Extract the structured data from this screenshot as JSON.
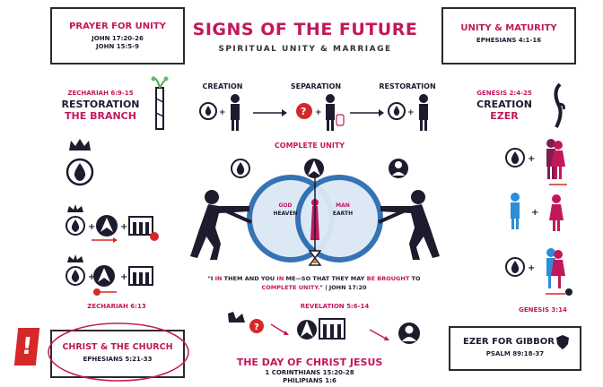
{
  "header": {
    "title": "SIGNS OF THE FUTURE",
    "subtitle": "SPIRITUAL UNITY & MARRIAGE"
  },
  "boxes": {
    "prayer": {
      "title": "PRAYER FOR UNITY",
      "ref1": "JOHN 17:20-26",
      "ref2": "JOHN 15:5-9"
    },
    "maturity": {
      "title": "UNITY & MATURITY",
      "ref1": "EPHESIANS 4:1-16"
    },
    "church": {
      "title": "CHRIST & THE CHURCH",
      "ref1": "EPHESIANS 5:21-33"
    },
    "ezer": {
      "title": "EZER FOR GIBBOR",
      "ref1": "PSALM 89:18-37"
    }
  },
  "left": {
    "zechariah_ref": "ZECHARIAH 6:9-15",
    "restoration_line1": "RESTORATION",
    "restoration_line2": "THE BRANCH",
    "zechariah_ref2": "ZECHARIAH 6:13"
  },
  "right": {
    "genesis_ref": "GENESIS 2:4-25",
    "creation": "CREATION",
    "ezer": "EZER",
    "genesis_ref2": "GENESIS 3:14"
  },
  "flow": {
    "creation": "CREATION",
    "separation": "SEPARATION",
    "restoration": "RESTORATION"
  },
  "center": {
    "complete_unity": "COMPLETE UNITY",
    "left_circle_l1": "GOD",
    "left_circle_l2": "HEAVEN",
    "right_circle_l1": "MAN",
    "right_circle_l2": "EARTH"
  },
  "quote": {
    "p1": "\"I ",
    "in1": "IN",
    "p2": " THEM AND YOU ",
    "in2": "IN",
    "p3": " ME—SO THAT THEY MAY ",
    "brought": "BE BROUGHT",
    "p4": " TO",
    "complete": "COMPLETE UNITY.",
    "p5": "\" | JOHN 17:20"
  },
  "bottom": {
    "revelation": "REVELATION 5:6-14",
    "day_title": "THE DAY OF CHRIST JESUS",
    "ref1": "1 CORINTHIANS 15:20-28",
    "ref2": "PHILIPIANS 1:6"
  },
  "colors": {
    "accent": "#c2185b",
    "blue": "#2b6cb0",
    "circle_fill": "#dbe8f5",
    "red": "#d62828",
    "dark": "#1e1b2e"
  }
}
